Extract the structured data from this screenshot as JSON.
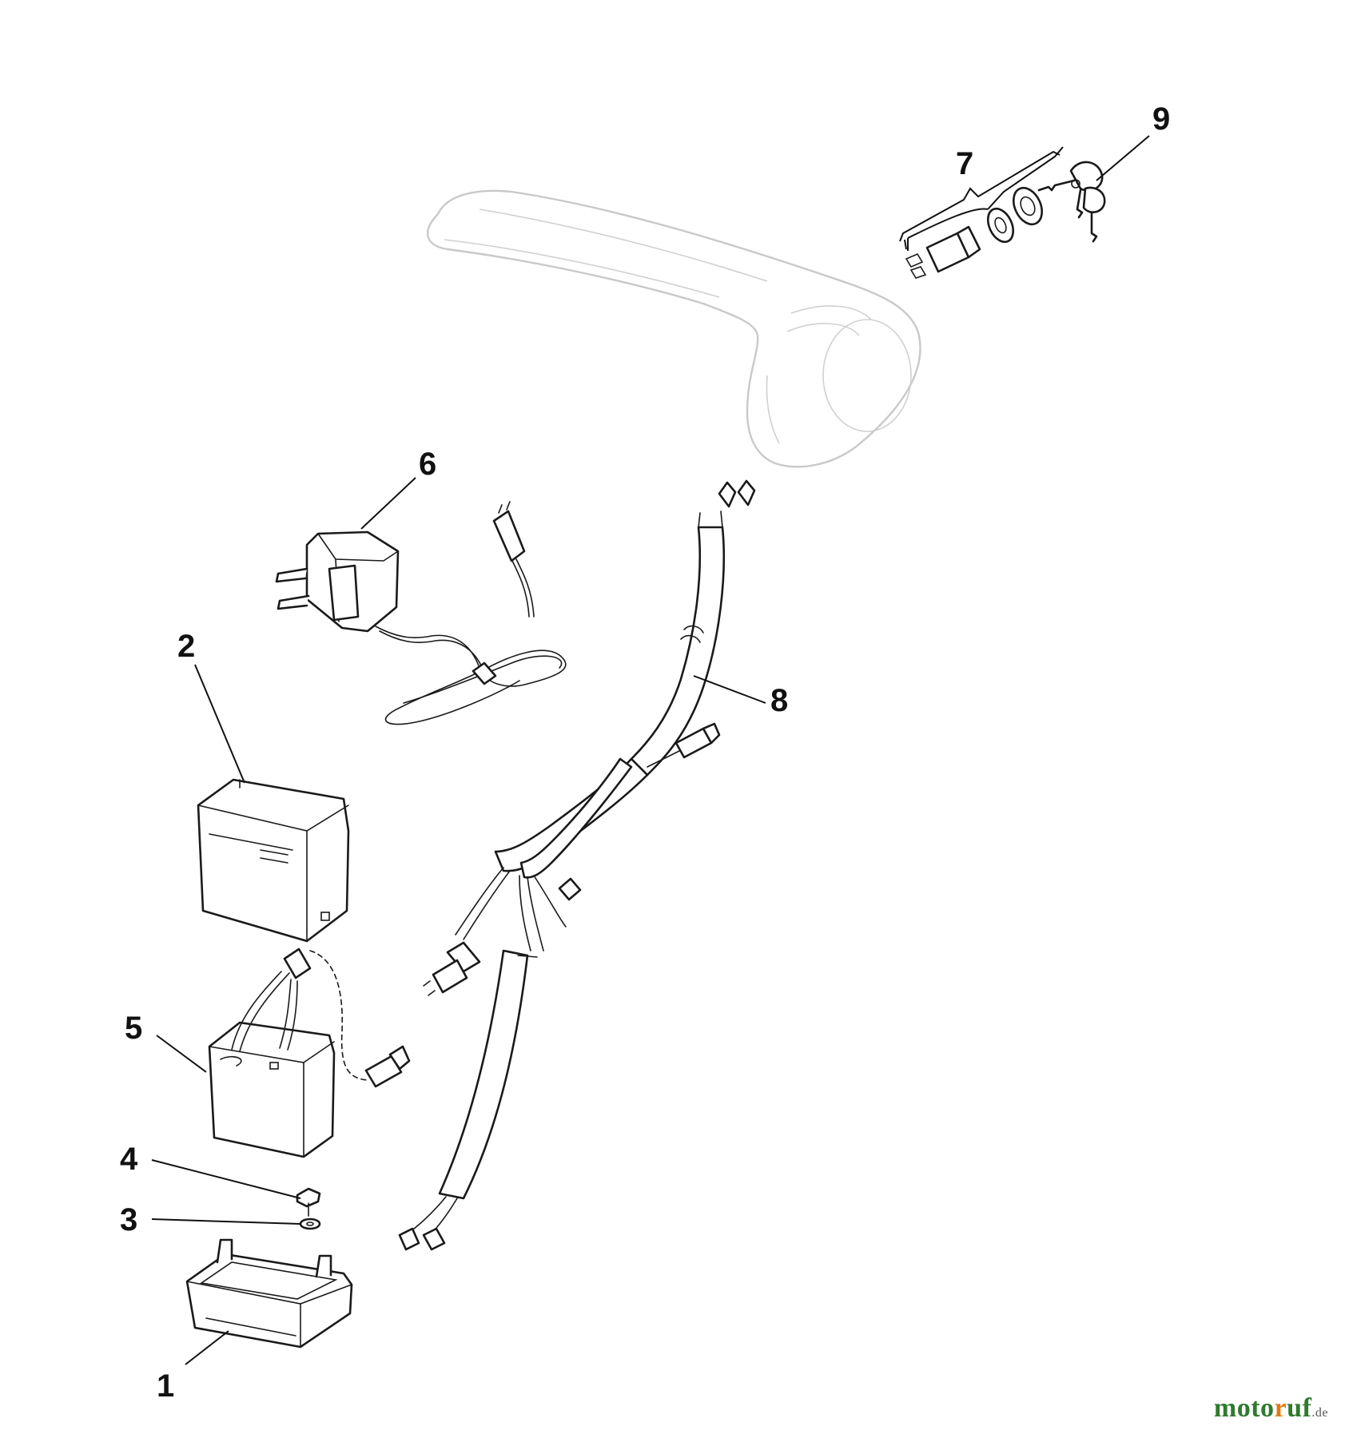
{
  "parts": [
    {
      "id": "part-1",
      "number": "1"
    },
    {
      "id": "part-2",
      "number": "2"
    },
    {
      "id": "part-3",
      "number": "3"
    },
    {
      "id": "part-4",
      "number": "4"
    },
    {
      "id": "part-5",
      "number": "5"
    },
    {
      "id": "part-6",
      "number": "6"
    },
    {
      "id": "part-7",
      "number": "7"
    },
    {
      "id": "part-8",
      "number": "8"
    },
    {
      "id": "part-9",
      "number": "9"
    }
  ],
  "watermark": {
    "brand_start": "moto",
    "brand_accent": "r",
    "brand_end": "uf",
    "tld": ".de"
  },
  "colors": {
    "ink": "#1a1a1a",
    "ghost_outline": "#c9c9c9",
    "watermark_green": "#2f7a2f",
    "watermark_orange": "#e07a10"
  }
}
